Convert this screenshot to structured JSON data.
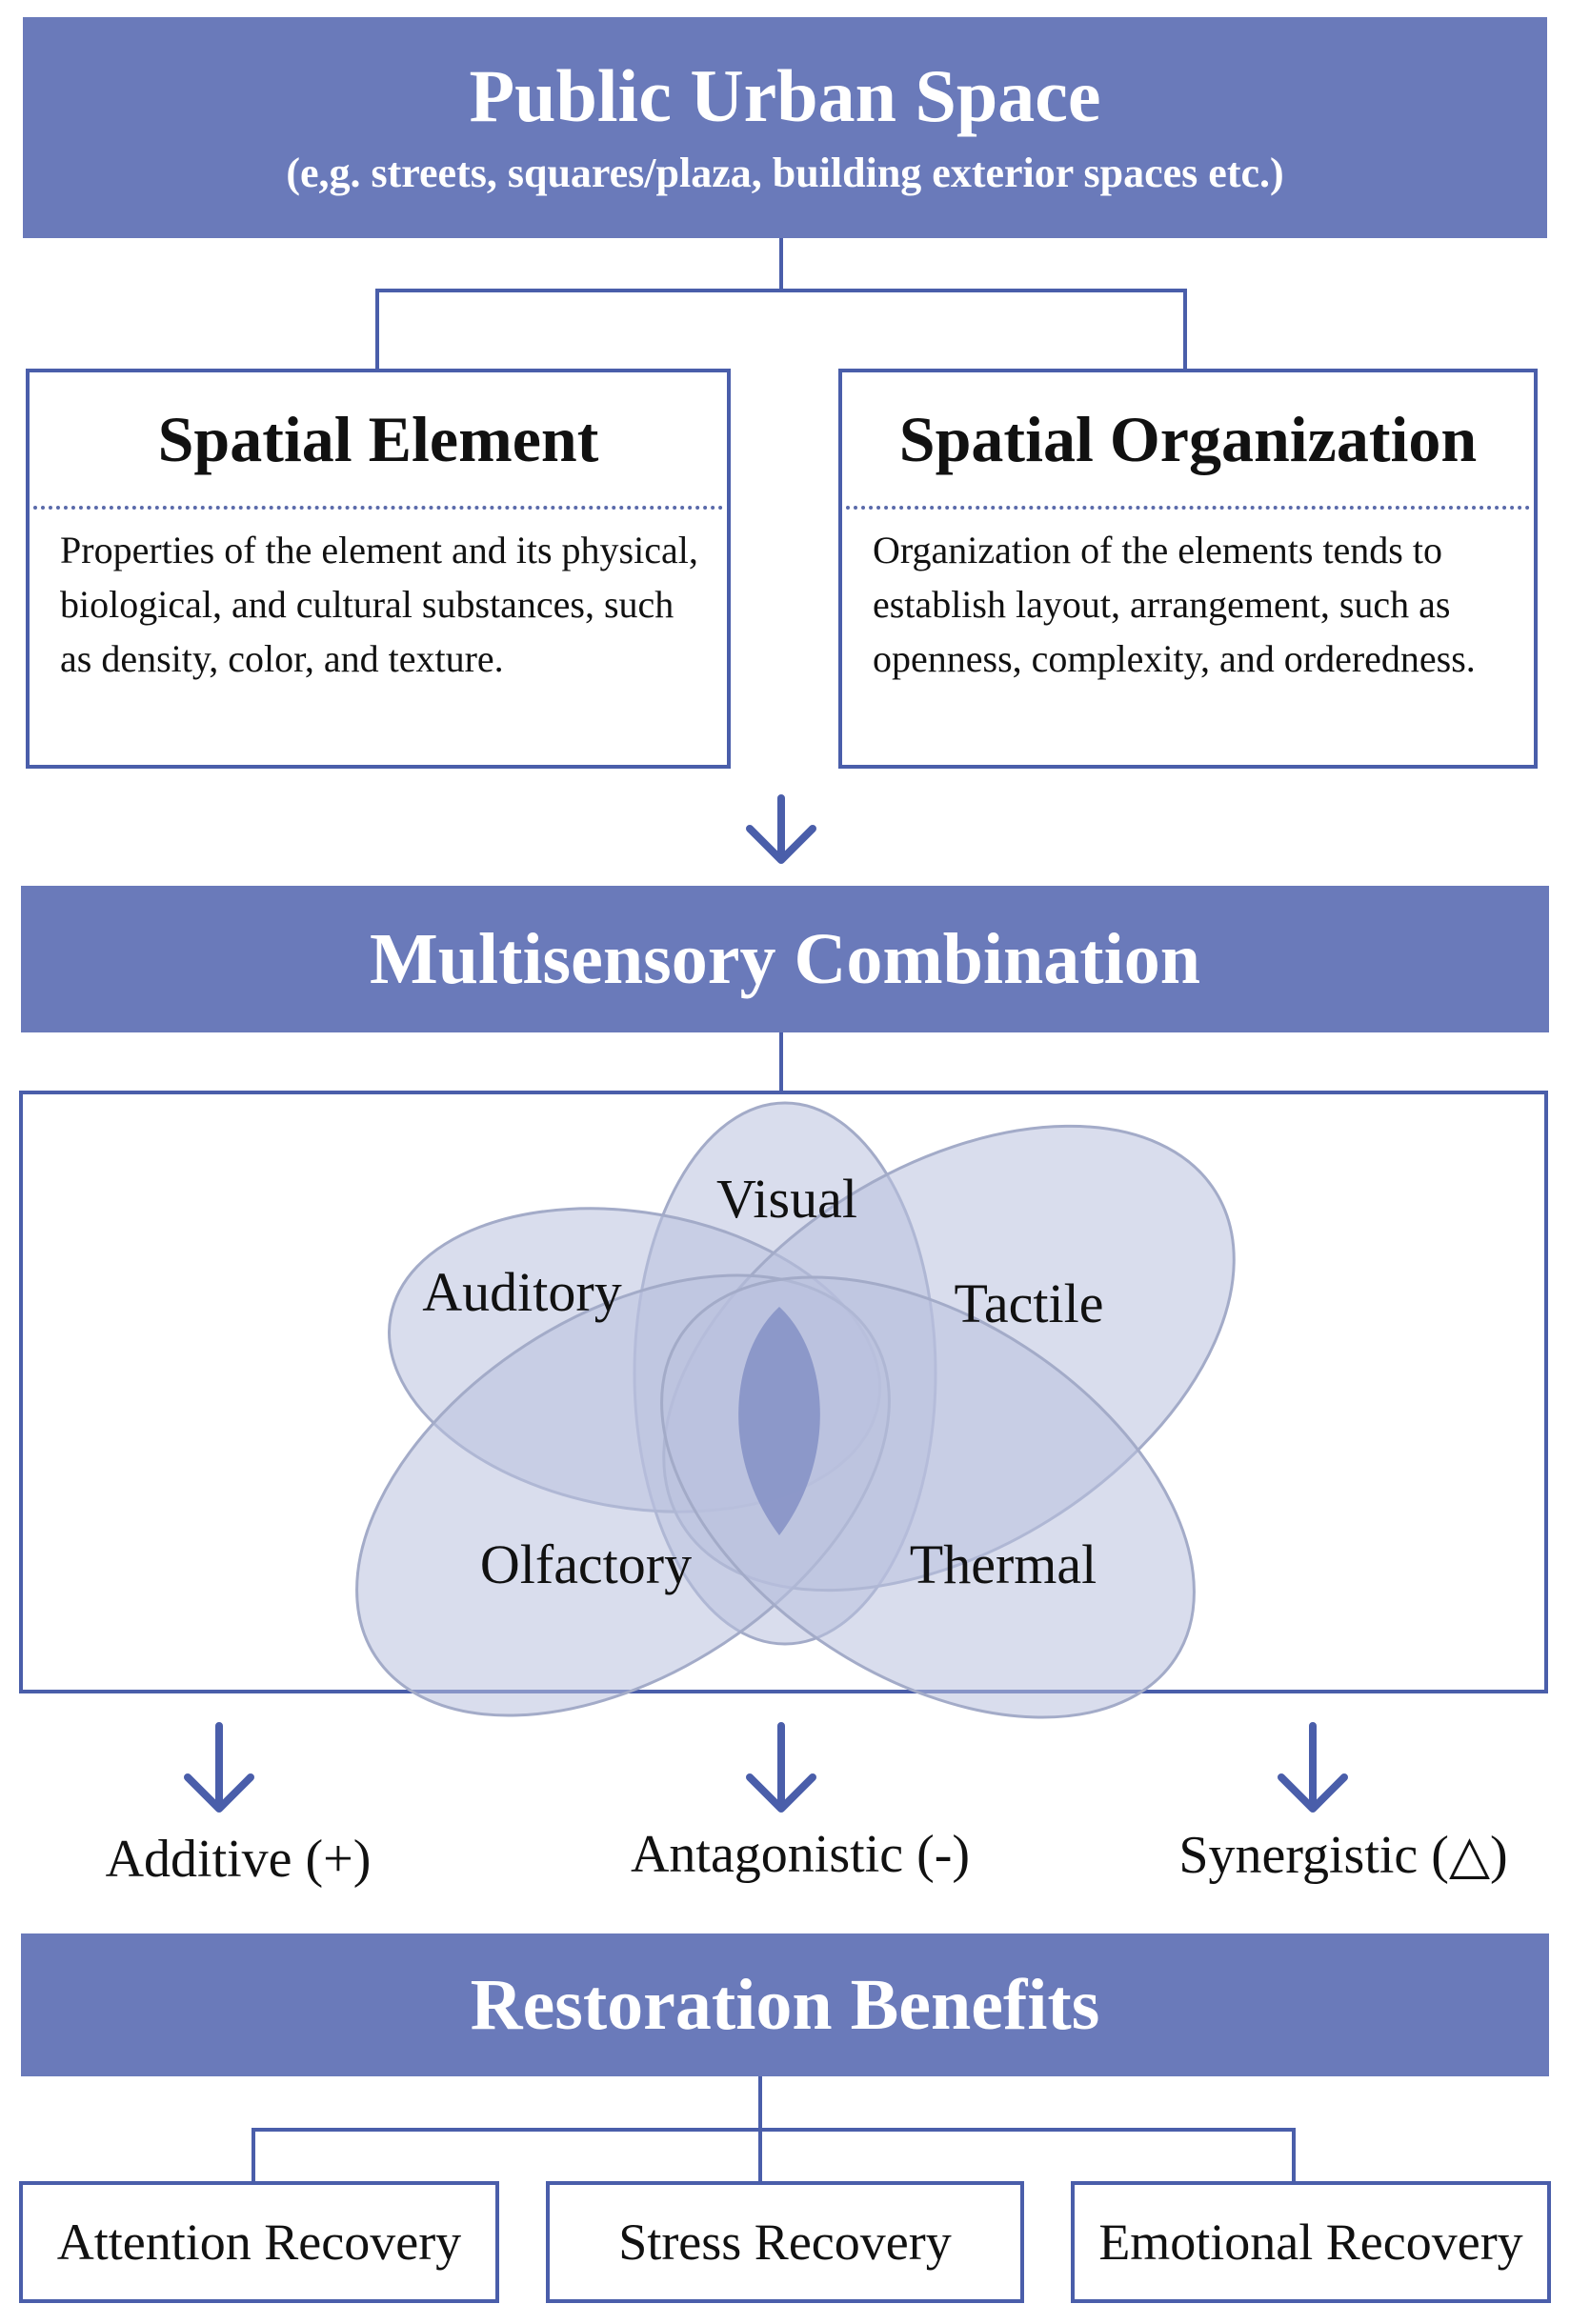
{
  "header": {
    "title": "Public Urban Space",
    "subtitle": "(e,g. streets, squares/plaza, building exterior spaces etc.)"
  },
  "spatial_element": {
    "title": "Spatial Element",
    "description": "Properties of the element and its physical, biological, and cultural substances, such as density, color, and texture."
  },
  "spatial_organization": {
    "title": "Spatial Organization",
    "description": "Organization of the elements tends to establish layout, arrangement, such as openness, complexity, and orderedness."
  },
  "multisensory": {
    "title": "Multisensory Combination",
    "senses": [
      "Visual",
      "Auditory",
      "Tactile",
      "Olfactory",
      "Thermal"
    ]
  },
  "effects": {
    "additive": "Additive (+)",
    "antagonistic": "Antagonistic (-)",
    "synergistic": "Synergistic (△)"
  },
  "restoration": {
    "title": "Restoration Benefits",
    "items": [
      "Attention Recovery",
      "Stress Recovery",
      "Emotional Recovery"
    ]
  },
  "colors": {
    "banner": "#6a7aba",
    "border": "#4a5eaa",
    "petal": "#b9c1de",
    "petal_stroke": "#a3abc8"
  }
}
